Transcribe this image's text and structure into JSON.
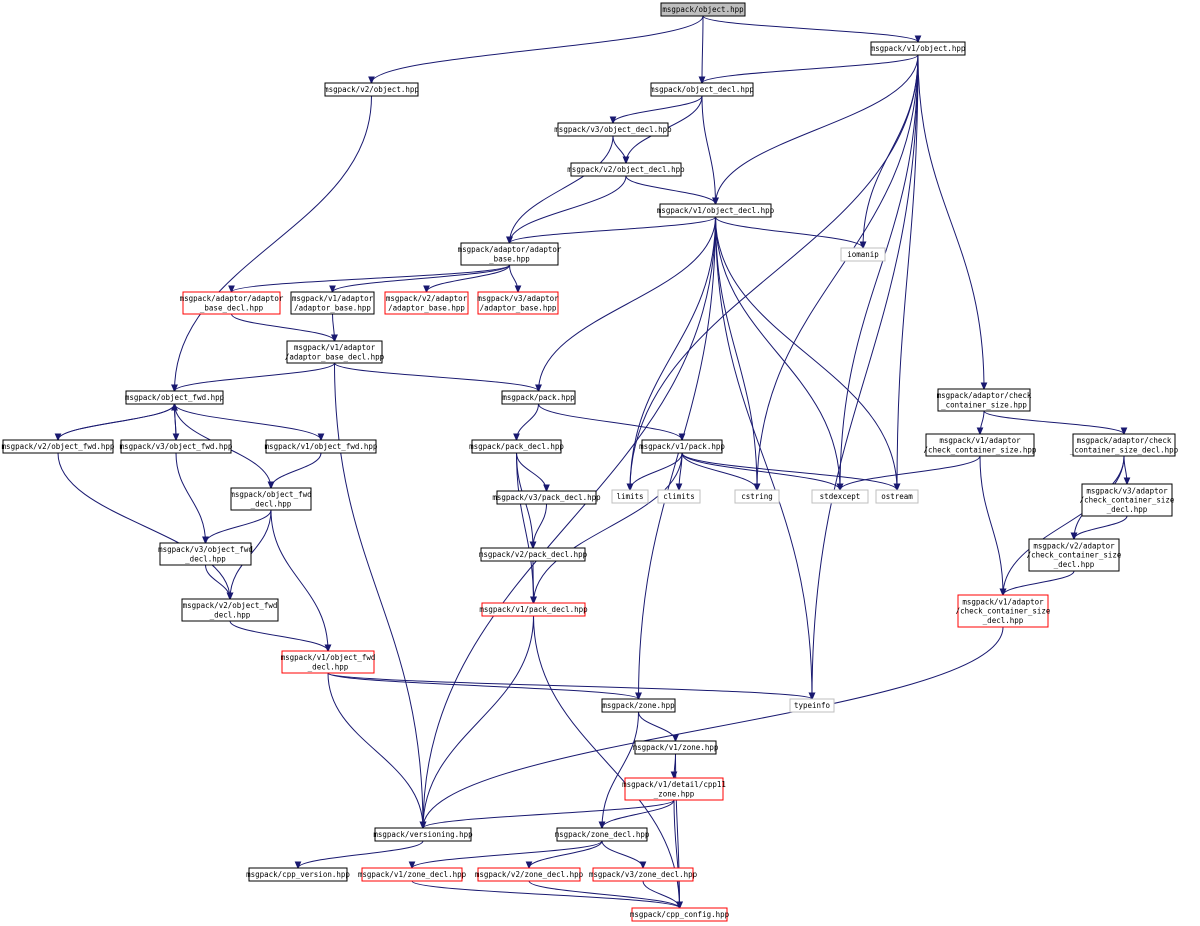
{
  "graph": {
    "nodes": [
      {
        "id": "root",
        "label": [
          "msgpack/object.hpp"
        ],
        "style": "root"
      },
      {
        "id": "v1obj",
        "label": [
          "msgpack/v1/object.hpp"
        ],
        "style": "black"
      },
      {
        "id": "v2obj",
        "label": [
          "msgpack/v2/object.hpp"
        ],
        "style": "black"
      },
      {
        "id": "objdecl",
        "label": [
          "msgpack/object_decl.hpp"
        ],
        "style": "black"
      },
      {
        "id": "v3objdecl",
        "label": [
          "msgpack/v3/object_decl.hpp"
        ],
        "style": "black"
      },
      {
        "id": "v2objdecl",
        "label": [
          "msgpack/v2/object_decl.hpp"
        ],
        "style": "black"
      },
      {
        "id": "v1objdecl",
        "label": [
          "msgpack/v1/object_decl.hpp"
        ],
        "style": "black"
      },
      {
        "id": "iomanip",
        "label": [
          "iomanip"
        ],
        "style": "gray"
      },
      {
        "id": "adbase",
        "label": [
          "msgpack/adaptor/adaptor",
          "_base.hpp"
        ],
        "style": "black"
      },
      {
        "id": "adbasedecl",
        "label": [
          "msgpack/adaptor/adaptor",
          "_base_decl.hpp"
        ],
        "style": "red"
      },
      {
        "id": "v1adbase",
        "label": [
          "msgpack/v1/adaptor",
          "/adaptor_base.hpp"
        ],
        "style": "black"
      },
      {
        "id": "v2adbase",
        "label": [
          "msgpack/v2/adaptor",
          "/adaptor_base.hpp"
        ],
        "style": "red"
      },
      {
        "id": "v3adbase",
        "label": [
          "msgpack/v3/adaptor",
          "/adaptor_base.hpp"
        ],
        "style": "red"
      },
      {
        "id": "v1adbasedecl",
        "label": [
          "msgpack/v1/adaptor",
          "/adaptor_base_decl.hpp"
        ],
        "style": "black"
      },
      {
        "id": "objfwd",
        "label": [
          "msgpack/object_fwd.hpp"
        ],
        "style": "black"
      },
      {
        "id": "pack",
        "label": [
          "msgpack/pack.hpp"
        ],
        "style": "black"
      },
      {
        "id": "v2objfwd",
        "label": [
          "msgpack/v2/object_fwd.hpp"
        ],
        "style": "black"
      },
      {
        "id": "v3objfwd",
        "label": [
          "msgpack/v3/object_fwd.hpp"
        ],
        "style": "black"
      },
      {
        "id": "v1objfwd",
        "label": [
          "msgpack/v1/object_fwd.hpp"
        ],
        "style": "black"
      },
      {
        "id": "packdecl",
        "label": [
          "msgpack/pack_decl.hpp"
        ],
        "style": "black"
      },
      {
        "id": "v1pack",
        "label": [
          "msgpack/v1/pack.hpp"
        ],
        "style": "black"
      },
      {
        "id": "ccsize",
        "label": [
          "msgpack/adaptor/check",
          "_container_size.hpp"
        ],
        "style": "black"
      },
      {
        "id": "v1ccsize",
        "label": [
          "msgpack/v1/adaptor",
          "/check_container_size.hpp"
        ],
        "style": "black"
      },
      {
        "id": "ccsizedecl",
        "label": [
          "msgpack/adaptor/check",
          "_container_size_decl.hpp"
        ],
        "style": "black"
      },
      {
        "id": "objfwddecl",
        "label": [
          "msgpack/object_fwd",
          "_decl.hpp"
        ],
        "style": "black"
      },
      {
        "id": "v3packdecl",
        "label": [
          "msgpack/v3/pack_decl.hpp"
        ],
        "style": "black"
      },
      {
        "id": "limits",
        "label": [
          "limits"
        ],
        "style": "gray"
      },
      {
        "id": "climits",
        "label": [
          "climits"
        ],
        "style": "gray"
      },
      {
        "id": "cstring",
        "label": [
          "cstring"
        ],
        "style": "gray"
      },
      {
        "id": "stdexcept",
        "label": [
          "stdexcept"
        ],
        "style": "gray"
      },
      {
        "id": "ostream",
        "label": [
          "ostream"
        ],
        "style": "gray"
      },
      {
        "id": "v3ccsizedecl",
        "label": [
          "msgpack/v3/adaptor",
          "/check_container_size",
          "_decl.hpp"
        ],
        "style": "black"
      },
      {
        "id": "v3objfwddecl",
        "label": [
          "msgpack/v3/object_fwd",
          "_decl.hpp"
        ],
        "style": "black"
      },
      {
        "id": "v2packdecl",
        "label": [
          "msgpack/v2/pack_decl.hpp"
        ],
        "style": "black"
      },
      {
        "id": "v2ccsizedecl",
        "label": [
          "msgpack/v2/adaptor",
          "/check_container_size",
          "_decl.hpp"
        ],
        "style": "black"
      },
      {
        "id": "v2objfwddecl",
        "label": [
          "msgpack/v2/object_fwd",
          "_decl.hpp"
        ],
        "style": "black"
      },
      {
        "id": "v1packdecl",
        "label": [
          "msgpack/v1/pack_decl.hpp"
        ],
        "style": "red"
      },
      {
        "id": "v1ccsizedecl",
        "label": [
          "msgpack/v1/adaptor",
          "/check_container_size",
          "_decl.hpp"
        ],
        "style": "red"
      },
      {
        "id": "v1objfwddecl",
        "label": [
          "msgpack/v1/object_fwd",
          "_decl.hpp"
        ],
        "style": "red"
      },
      {
        "id": "zone",
        "label": [
          "msgpack/zone.hpp"
        ],
        "style": "black"
      },
      {
        "id": "typeinfo",
        "label": [
          "typeinfo"
        ],
        "style": "gray"
      },
      {
        "id": "v1zone",
        "label": [
          "msgpack/v1/zone.hpp"
        ],
        "style": "black"
      },
      {
        "id": "cpp11zone",
        "label": [
          "msgpack/v1/detail/cpp11",
          "_zone.hpp"
        ],
        "style": "red"
      },
      {
        "id": "versioning",
        "label": [
          "msgpack/versioning.hpp"
        ],
        "style": "black"
      },
      {
        "id": "zonedecl",
        "label": [
          "msgpack/zone_decl.hpp"
        ],
        "style": "black"
      },
      {
        "id": "cppversion",
        "label": [
          "msgpack/cpp_version.hpp"
        ],
        "style": "black"
      },
      {
        "id": "v1zonedecl",
        "label": [
          "msgpack/v1/zone_decl.hpp"
        ],
        "style": "red"
      },
      {
        "id": "v2zonedecl",
        "label": [
          "msgpack/v2/zone_decl.hpp"
        ],
        "style": "red"
      },
      {
        "id": "v3zonedecl",
        "label": [
          "msgpack/v3/zone_decl.hpp"
        ],
        "style": "red"
      },
      {
        "id": "cppconfig",
        "label": [
          "msgpack/cpp_config.hpp"
        ],
        "style": "red"
      }
    ]
  }
}
